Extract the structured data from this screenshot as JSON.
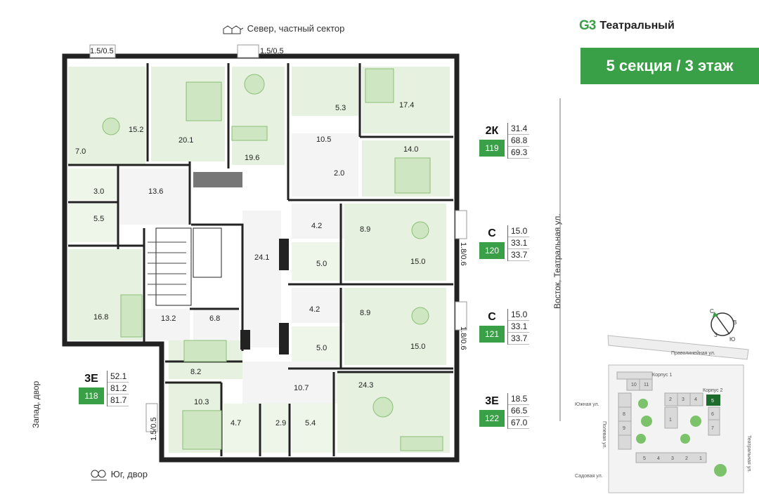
{
  "brand": {
    "mark": "G3",
    "name": "Театральный"
  },
  "banner": "5 секция / 3 этаж",
  "directions": {
    "north": "Север, частный сектор",
    "east": "Восток, Театральная ул.",
    "south": "Юг, двор",
    "west": "Запад, двор"
  },
  "window_dims": {
    "top_left": "1.5/0.5",
    "top_mid": "1.5/0.5",
    "right_a": "1.8/0.6",
    "right_b": "1.8/0.6",
    "left_bottom": "1.5/0.5"
  },
  "rooms": [
    "15.2",
    "7.0",
    "20.1",
    "19.6",
    "5.3",
    "17.4",
    "10.5",
    "14.0",
    "2.0",
    "3.0",
    "13.6",
    "5.5",
    "4.2",
    "8.9",
    "5.0",
    "15.0",
    "24.1",
    "4.2",
    "8.9",
    "5.0",
    "15.0",
    "13.2",
    "6.8",
    "16.8",
    "8.2",
    "10.7",
    "24.3",
    "10.3",
    "4.7",
    "2.9",
    "5.4"
  ],
  "apartments": [
    {
      "type": "2К",
      "number": "119",
      "values": [
        "31.4",
        "68.8",
        "69.3"
      ]
    },
    {
      "type": "С",
      "number": "120",
      "values": [
        "15.0",
        "33.1",
        "33.7"
      ]
    },
    {
      "type": "С",
      "number": "121",
      "values": [
        "15.0",
        "33.1",
        "33.7"
      ]
    },
    {
      "type": "3Е",
      "number": "118",
      "values": [
        "52.1",
        "81.2",
        "81.7"
      ]
    },
    {
      "type": "3Е",
      "number": "122",
      "values": [
        "18.5",
        "66.5",
        "67.0"
      ]
    }
  ],
  "compass": {
    "n": "С",
    "s": "Ю",
    "w": "З",
    "e": "В"
  },
  "site_map": {
    "streets": [
      "Праволинейная ул.",
      "Южная ул.",
      "Полевая ул.",
      "Садовая ул.",
      "Театральная ул."
    ],
    "buildings": [
      "Корпус 1",
      "Корпус 2"
    ],
    "sections": [
      "10",
      "11",
      "1",
      "2",
      "3",
      "4",
      "5",
      "6",
      "7",
      "8",
      "9"
    ],
    "lower_sections": [
      "5",
      "4",
      "3",
      "2",
      "1"
    ],
    "highlight": "5"
  },
  "colors": {
    "accent": "#3aa047",
    "room_fill": "#e6f2df",
    "wall": "#222222"
  }
}
